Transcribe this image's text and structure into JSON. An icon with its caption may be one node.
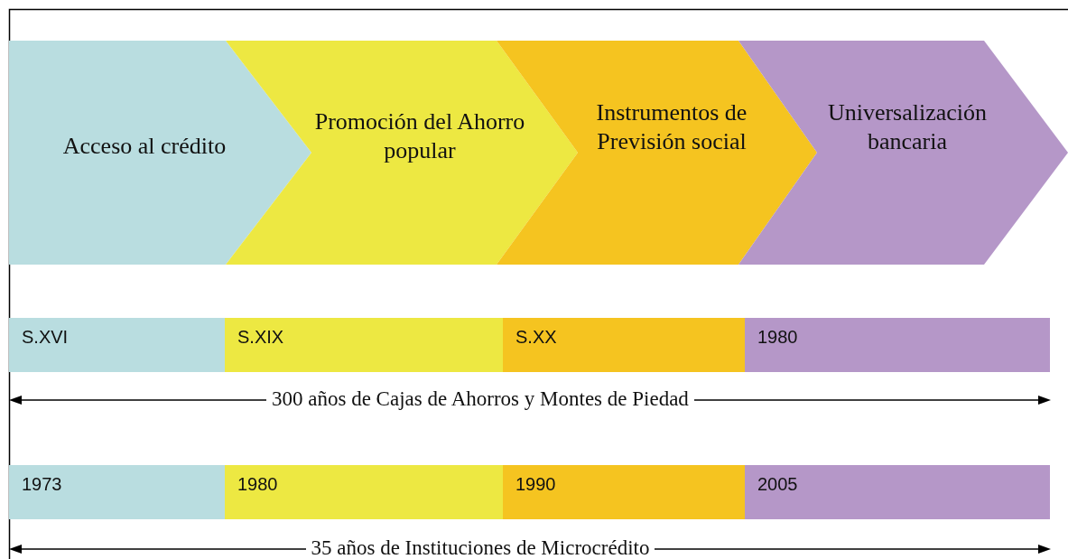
{
  "diagram": {
    "nodes": [
      {
        "text": [
          "Acceso al crédito"
        ]
      },
      {
        "text": [
          "Promoción del Ahorro popular"
        ]
      },
      {
        "text": [
          "Instrumentos de Previsión social"
        ]
      },
      {
        "text": [
          "Universalización bancaria"
        ]
      },
      {
        "text": [
          "S.XVI"
        ]
      },
      {
        "text": [
          "S.XIX"
        ]
      },
      {
        "text": [
          "S.XX"
        ]
      },
      {
        "text": [
          "1980"
        ]
      },
      {
        "text": [
          "1973"
        ]
      },
      {
        "text": [
          "1980"
        ]
      },
      {
        "text": [
          "1990"
        ]
      },
      {
        "text": [
          "2005"
        ]
      }
    ],
    "labels": [
      "300 años de Cajas de Ahorros y Montes de Piedad",
      "35 años de Instituciones de Microcrédito"
    ]
  }
}
